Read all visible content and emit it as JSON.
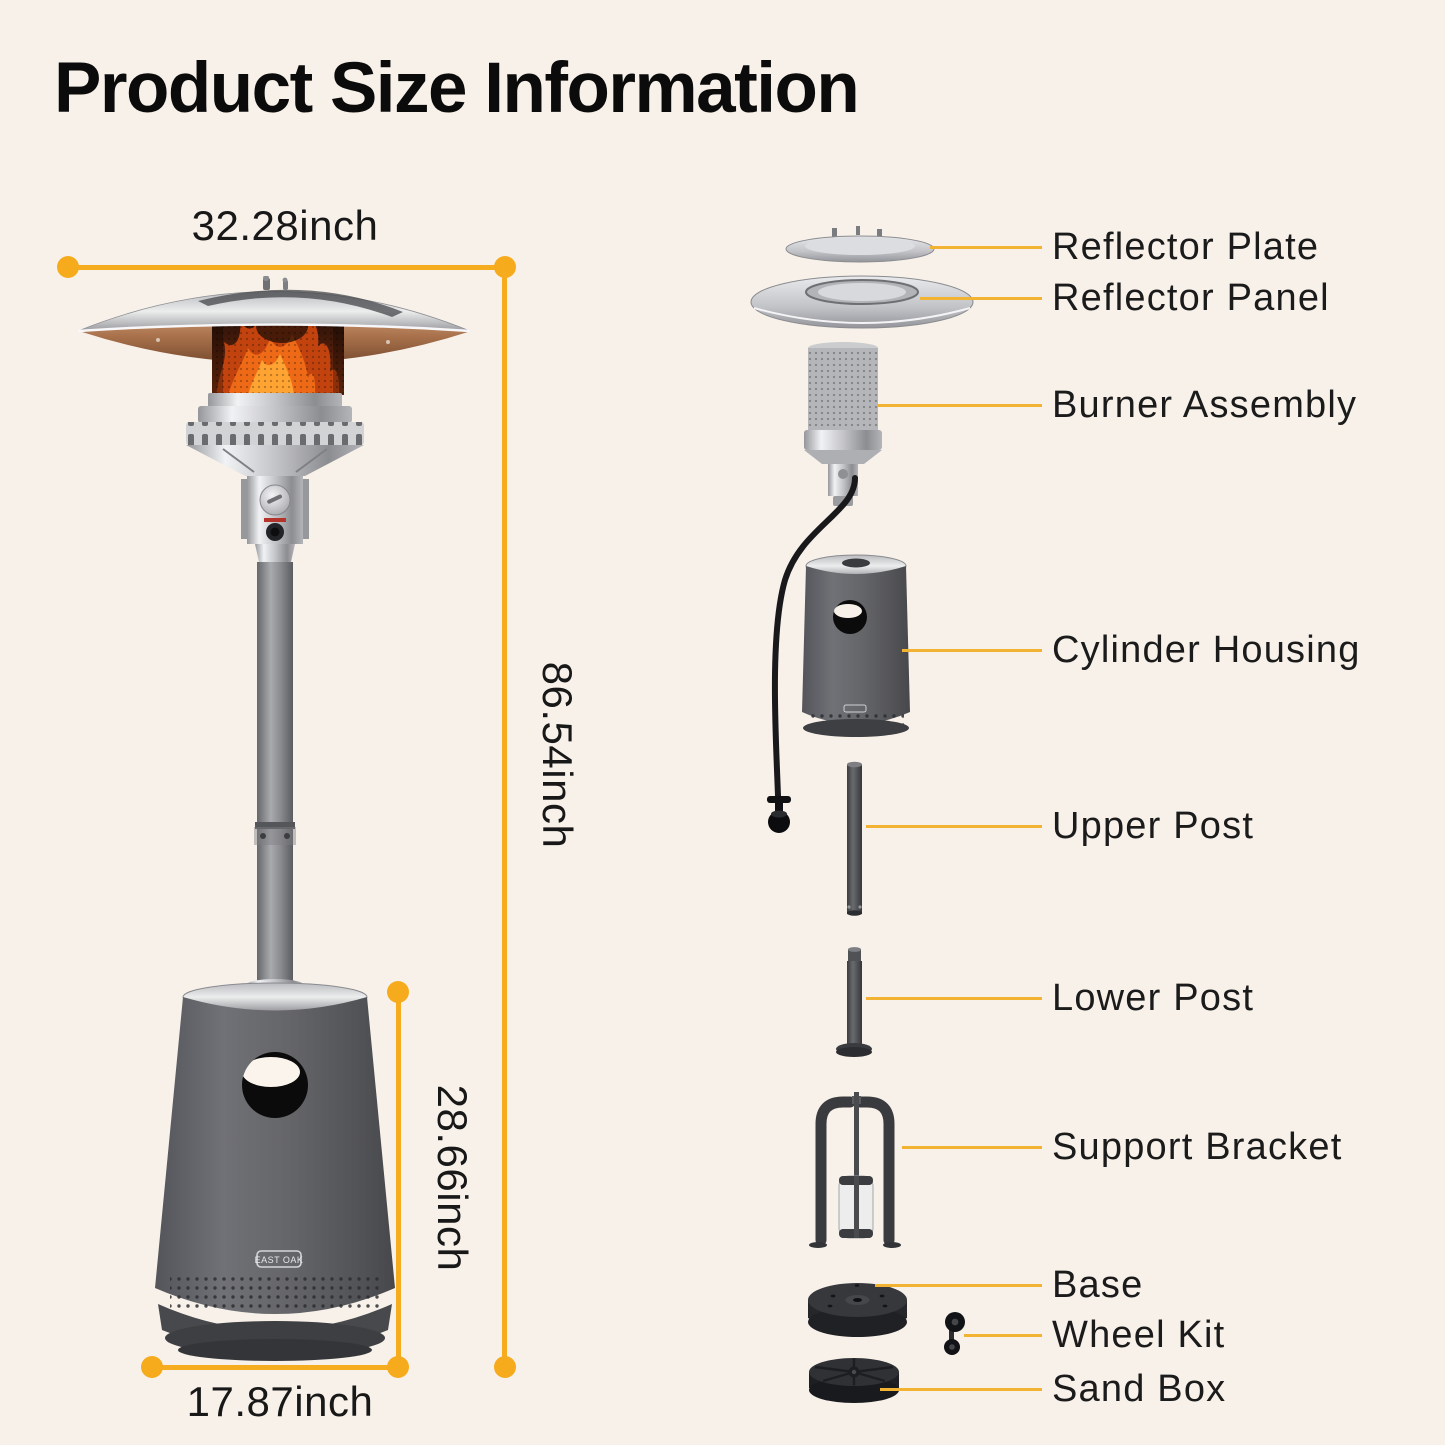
{
  "title": "Product Size Information",
  "colors": {
    "background": "#f8f1ea",
    "accent": "#f6ab1d",
    "text": "#141414"
  },
  "dimensions": {
    "top_width": "32.28inch",
    "total_height": "86.54inch",
    "tank_height": "28.66inch",
    "base_width": "17.87inch"
  },
  "brand_badge": "EAST OAK",
  "parts": [
    {
      "label": "Reflector Plate"
    },
    {
      "label": "Reflector Panel"
    },
    {
      "label": "Burner Assembly"
    },
    {
      "label": "Cylinder Housing"
    },
    {
      "label": "Upper Post"
    },
    {
      "label": "Lower Post"
    },
    {
      "label": "Support Bracket"
    },
    {
      "label": "Base"
    },
    {
      "label": "Wheel Kit"
    },
    {
      "label": "Sand Box"
    }
  ]
}
